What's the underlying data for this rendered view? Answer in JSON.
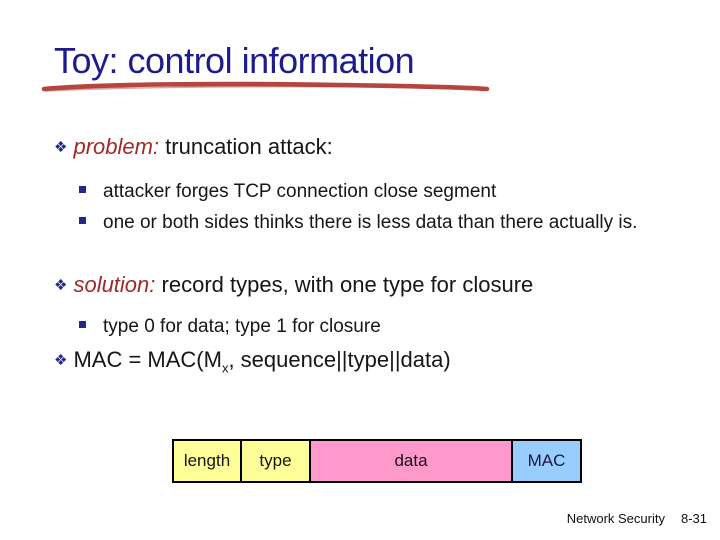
{
  "slide": {
    "title": "Toy: control information",
    "markers": {
      "level1": "❖"
    },
    "bullets": [
      {
        "lead": "problem:",
        "rest": " truncation attack:"
      },
      {
        "text": "attacker forges TCP connection close segment"
      },
      {
        "text": "one or both sides thinks there is less data than there actually is."
      },
      {
        "lead": "solution:",
        "rest": " record types, with one type for closure"
      },
      {
        "text": "type 0 for data; type 1 for closure"
      },
      {
        "pre": "MAC = MAC(M",
        "sub": "x",
        "post": ", sequence||type||data)"
      }
    ],
    "record_diagram": {
      "fields": [
        {
          "label": "length",
          "color": "#ffff99"
        },
        {
          "label": "type",
          "color": "#ffff99"
        },
        {
          "label": "data",
          "color": "#ff99cc"
        },
        {
          "label": "MAC",
          "color": "#99ccff"
        }
      ]
    },
    "footer": {
      "course": "Network Security",
      "page": "8-31"
    }
  },
  "colors": {
    "title_text": "#1c1c8f",
    "title_underline": "#b23b33",
    "bullet_marker": "#26268f",
    "emphasis_text": "#9e2b25",
    "body_text": "#161616",
    "field_yellow": "#ffff99",
    "field_pink": "#ff99cc",
    "field_blue": "#99ccff"
  }
}
